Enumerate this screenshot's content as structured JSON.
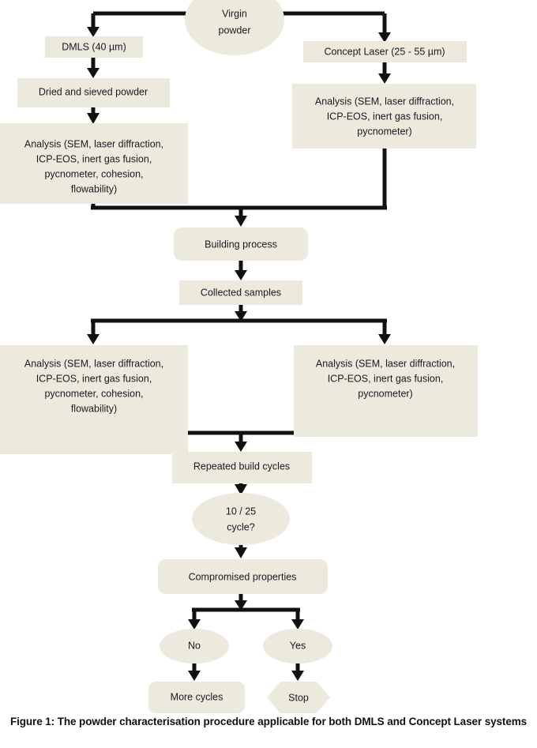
{
  "figure": {
    "caption": "Figure 1: The powder characterisation procedure applicable for both DMLS and Concept Laser systems",
    "colors": {
      "node_fill": "#ece9dd",
      "connector": "#111111",
      "text": "#1a1a22",
      "background": "#ffffff"
    }
  },
  "diagram": {
    "type": "flowchart",
    "title": "Powder characterisation procedure",
    "nodes": [
      {
        "id": "virgin-powder",
        "shape": "ellipse",
        "lines": [
          "Virgin",
          "powder"
        ]
      },
      {
        "id": "dmls",
        "shape": "rect",
        "lines": [
          "DMLS (40 µm)"
        ]
      },
      {
        "id": "concept-laser",
        "shape": "rect",
        "lines": [
          "Concept Laser (25 - 55 µm)"
        ]
      },
      {
        "id": "dried-sieved-powder",
        "shape": "rect",
        "lines": [
          "Dried and sieved powder"
        ]
      },
      {
        "id": "analysis-dmls-powder",
        "shape": "rect",
        "lines": [
          "Analysis (SEM, laser diffraction,",
          "ICP-EOS, inert gas fusion,",
          "pycnometer, cohesion,",
          "flowability)"
        ]
      },
      {
        "id": "analysis-cl-powder",
        "shape": "rect",
        "lines": [
          "Analysis (SEM, laser diffraction,",
          "ICP-EOS, inert gas fusion,",
          "pycnometer)"
        ]
      },
      {
        "id": "building-process",
        "shape": "rounded-rect",
        "lines": [
          "Building process"
        ]
      },
      {
        "id": "collected-samples",
        "shape": "rect",
        "lines": [
          "Collected samples"
        ]
      },
      {
        "id": "analysis-dmls-sample",
        "shape": "rect",
        "lines": [
          "Analysis (SEM, laser diffraction,",
          "ICP-EOS, inert gas fusion,",
          "pycnometer, cohesion,",
          "flowability)"
        ]
      },
      {
        "id": "analysis-cl-sample",
        "shape": "rect",
        "lines": [
          "Analysis (SEM, laser diffraction,",
          "ICP-EOS, inert gas fusion,",
          "pycnometer)"
        ]
      },
      {
        "id": "repeated-build-cycles",
        "shape": "rect",
        "lines": [
          "Repeated build cycles"
        ]
      },
      {
        "id": "cycle-decision",
        "shape": "ellipse",
        "lines": [
          "10 / 25",
          "cycle?"
        ]
      },
      {
        "id": "compromised-properties",
        "shape": "rounded-rect",
        "lines": [
          "Compromised properties"
        ]
      },
      {
        "id": "answer-no",
        "shape": "ellipse",
        "lines": [
          "No"
        ]
      },
      {
        "id": "answer-yes",
        "shape": "ellipse",
        "lines": [
          "Yes"
        ]
      },
      {
        "id": "more-cycles",
        "shape": "rounded-rect",
        "lines": [
          "More cycles"
        ]
      },
      {
        "id": "stop",
        "shape": "hexagon",
        "lines": [
          "Stop"
        ]
      }
    ],
    "edges": [
      {
        "from": "virgin-powder",
        "to": "dmls",
        "label": ""
      },
      {
        "from": "virgin-powder",
        "to": "concept-laser",
        "label": ""
      },
      {
        "from": "dmls",
        "to": "dried-sieved-powder",
        "label": ""
      },
      {
        "from": "dried-sieved-powder",
        "to": "analysis-dmls-powder",
        "label": ""
      },
      {
        "from": "concept-laser",
        "to": "analysis-cl-powder",
        "label": ""
      },
      {
        "from": "analysis-dmls-powder",
        "to": "building-process",
        "label": ""
      },
      {
        "from": "analysis-cl-powder",
        "to": "building-process",
        "label": ""
      },
      {
        "from": "building-process",
        "to": "collected-samples",
        "label": ""
      },
      {
        "from": "collected-samples",
        "to": "analysis-dmls-sample",
        "label": ""
      },
      {
        "from": "collected-samples",
        "to": "analysis-cl-sample",
        "label": ""
      },
      {
        "from": "analysis-dmls-sample",
        "to": "repeated-build-cycles",
        "label": ""
      },
      {
        "from": "analysis-cl-sample",
        "to": "repeated-build-cycles",
        "label": ""
      },
      {
        "from": "repeated-build-cycles",
        "to": "cycle-decision",
        "label": ""
      },
      {
        "from": "cycle-decision",
        "to": "compromised-properties",
        "label": ""
      },
      {
        "from": "compromised-properties",
        "to": "answer-no",
        "label": ""
      },
      {
        "from": "compromised-properties",
        "to": "answer-yes",
        "label": ""
      },
      {
        "from": "answer-no",
        "to": "more-cycles",
        "label": ""
      },
      {
        "from": "answer-yes",
        "to": "stop",
        "label": ""
      }
    ]
  }
}
